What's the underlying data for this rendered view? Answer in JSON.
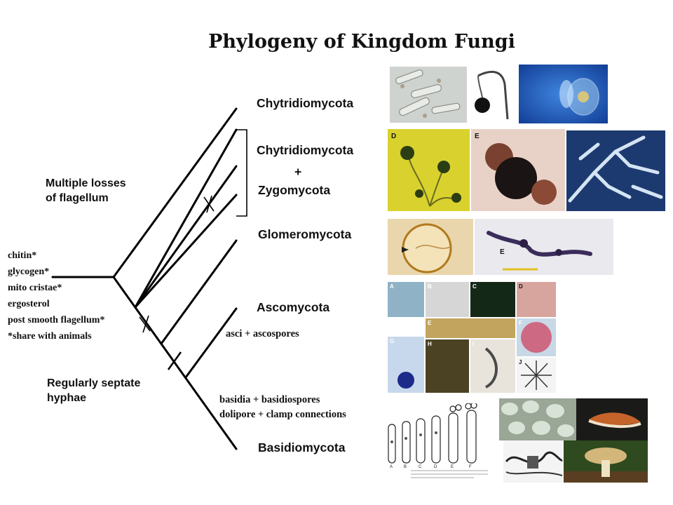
{
  "title": "Phylogeny of Kingdom Fungi",
  "taxa": {
    "chytrid_1": "Chytridiomycota",
    "chytrid_2": "Chytridiomycota",
    "plus": "+",
    "zygo": "Zygomycota",
    "glomero": "Glomeromycota",
    "asco": "Ascomycota",
    "basidio": "Basidiomycota"
  },
  "annotations": {
    "flagellum_loss": [
      "Multiple losses",
      "of flagellum"
    ],
    "septate": [
      "Regularly septate",
      "hyphae"
    ],
    "asco_trait": "asci + ascospores",
    "basidio_traits": [
      "basidia + basidiospores",
      "dolipore + clamp connections"
    ]
  },
  "root_traits": [
    "chitin*",
    "glycogen*",
    "mito cristae*",
    "ergosterol",
    "post smooth flagellum*",
    "*share with animals"
  ],
  "photo_panel_letters": {
    "zygo_panels": [
      "D",
      "E"
    ],
    "glomero_panel": [
      "E"
    ],
    "asco_panels": [
      "A",
      "B",
      "C",
      "D",
      "E",
      "F",
      "G",
      "H",
      "I",
      "J"
    ],
    "basidio_drawing": [
      "A",
      "B",
      "C",
      "D",
      "E",
      "F"
    ]
  },
  "colors": {
    "tree_line": "#000000",
    "zygo_photo_bg": "#d8d030",
    "chytrid_photo_bg": "#2a66c8",
    "glomero_photo_bg": "#e6c27a"
  }
}
